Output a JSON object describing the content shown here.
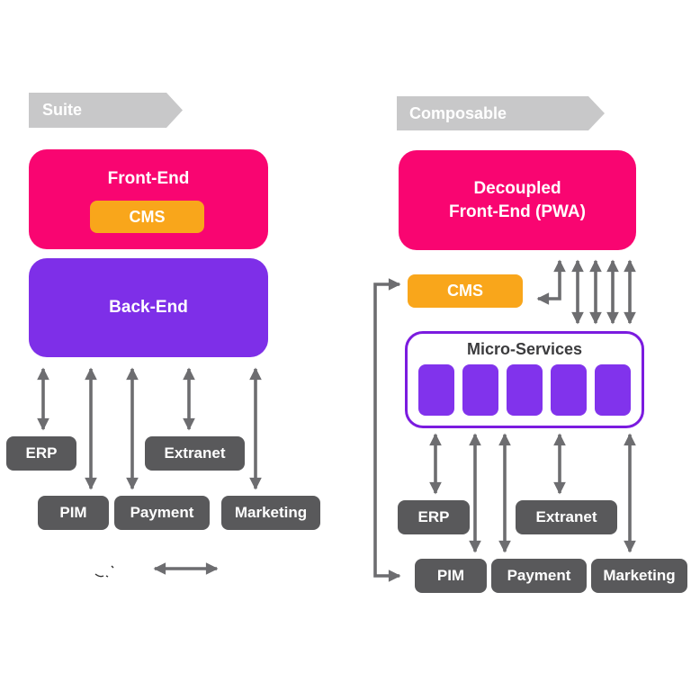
{
  "colors": {
    "pink": "#F90571",
    "purple": "#7E2FE8",
    "purple_border": "#7B1BDF",
    "orange": "#F9A61B",
    "service_gray": "#59595B",
    "arrow_gray": "#6D6D70",
    "banner_gray": "#C8C8C9",
    "dark_text": "#3B3B3D"
  },
  "left": {
    "banner_label": "Suite",
    "front_end_label": "Front-End",
    "cms_label": "CMS",
    "back_end_label": "Back-End",
    "services": [
      "ERP",
      "Extranet",
      "PIM",
      "Payment",
      "Marketing"
    ]
  },
  "right": {
    "banner_label": "Composable",
    "front_end_line1": "Decoupled",
    "front_end_line2": "Front-End (PWA)",
    "cms_label": "CMS",
    "microservices_label": "Micro-Services",
    "services": [
      "ERP",
      "Extranet",
      "PIM",
      "Payment",
      "Marketing"
    ]
  }
}
